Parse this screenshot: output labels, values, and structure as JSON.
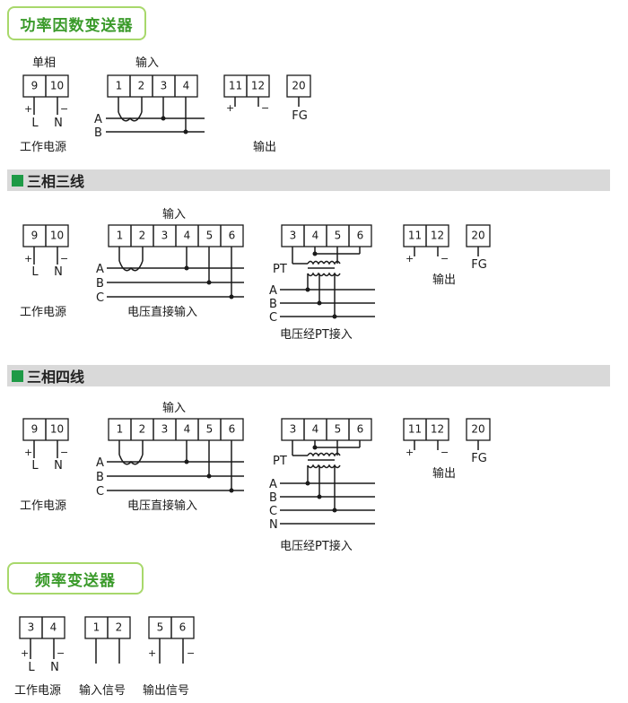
{
  "sections": {
    "pf": "功率因数变送器",
    "three_wire": "三相三线",
    "four_wire": "三相四线",
    "freq": "频率变送器"
  },
  "labels": {
    "single_phase": "单相",
    "input": "输入",
    "output": "输出",
    "work_power": "工作电源",
    "direct_input": "电压直接输入",
    "via_pt": "电压经PT接入",
    "input_signal": "输入信号",
    "output_signal": "输出信号",
    "pt": "PT",
    "fg": "FG",
    "l": "L",
    "n": "N",
    "a": "A",
    "b": "B",
    "c": "C",
    "nn": "N",
    "plus": "+",
    "minus": "−"
  },
  "terminals": {
    "t1": "1",
    "t2": "2",
    "t3": "3",
    "t4": "4",
    "t5": "5",
    "t6": "6",
    "t9": "9",
    "t10": "10",
    "t11": "11",
    "t12": "12",
    "t20": "20"
  }
}
